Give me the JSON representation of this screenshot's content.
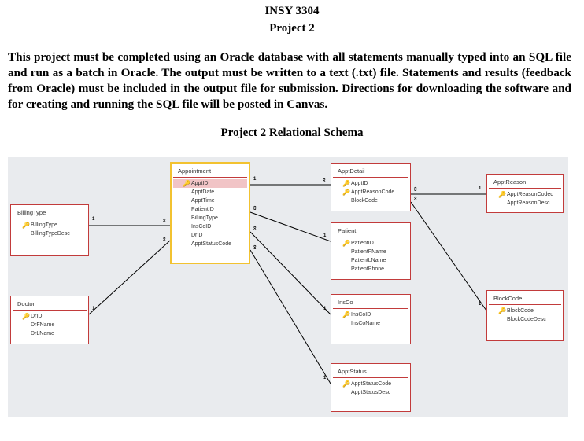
{
  "header": {
    "course": "INSY 3304",
    "project": "Project 2"
  },
  "intro": "This project must be completed using an Oracle database with all statements manually typed into an SQL file and run as a batch in Oracle. The output must be written to a text (.txt) file.  Statements and results (feedback from Oracle) must be included in the output file for submission. Directions for downloading the software and for creating and running the SQL file will be posted in Canvas.",
  "schema_title": "Project 2 Relational Schema",
  "tables": {
    "appointment": {
      "name": "Appointment",
      "fields": [
        "ApptID",
        "ApptDate",
        "ApptTime",
        "PatientID",
        "BillingType",
        "InsCoID",
        "DrID",
        "ApptStatusCode"
      ]
    },
    "apptdetail": {
      "name": "ApptDetail",
      "fields": [
        "ApptID",
        "ApptReasonCode",
        "BlockCode"
      ]
    },
    "apptreason": {
      "name": "ApptReason",
      "fields": [
        "ApptReasonCoded",
        "ApptReasonDesc"
      ]
    },
    "billingtype": {
      "name": "BillingType",
      "fields": [
        "BillingType",
        "BillingTypeDesc"
      ]
    },
    "patient": {
      "name": "Patient",
      "fields": [
        "PatientID",
        "PatientFName",
        "PatientLName",
        "PatientPhone"
      ]
    },
    "doctor": {
      "name": "Doctor",
      "fields": [
        "DrID",
        "DrFName",
        "DrLName"
      ]
    },
    "insco": {
      "name": "InsCo",
      "fields": [
        "InsCoID",
        "InsCoName"
      ]
    },
    "blockcode": {
      "name": "BlockCode",
      "fields": [
        "BlockCode",
        "BlockCodeDesc"
      ]
    },
    "apptstatus": {
      "name": "ApptStatus",
      "fields": [
        "ApptStatusCode",
        "ApptStatusDesc"
      ]
    }
  },
  "cardinality": {
    "one": "1",
    "many": "∞"
  },
  "icons": {
    "key": "key-icon"
  },
  "colors": {
    "table_border": "#c23b3b",
    "selected_border": "#f2c230",
    "pk_highlight": "#f1c4c6",
    "diagram_bg": "#e9ebee"
  }
}
